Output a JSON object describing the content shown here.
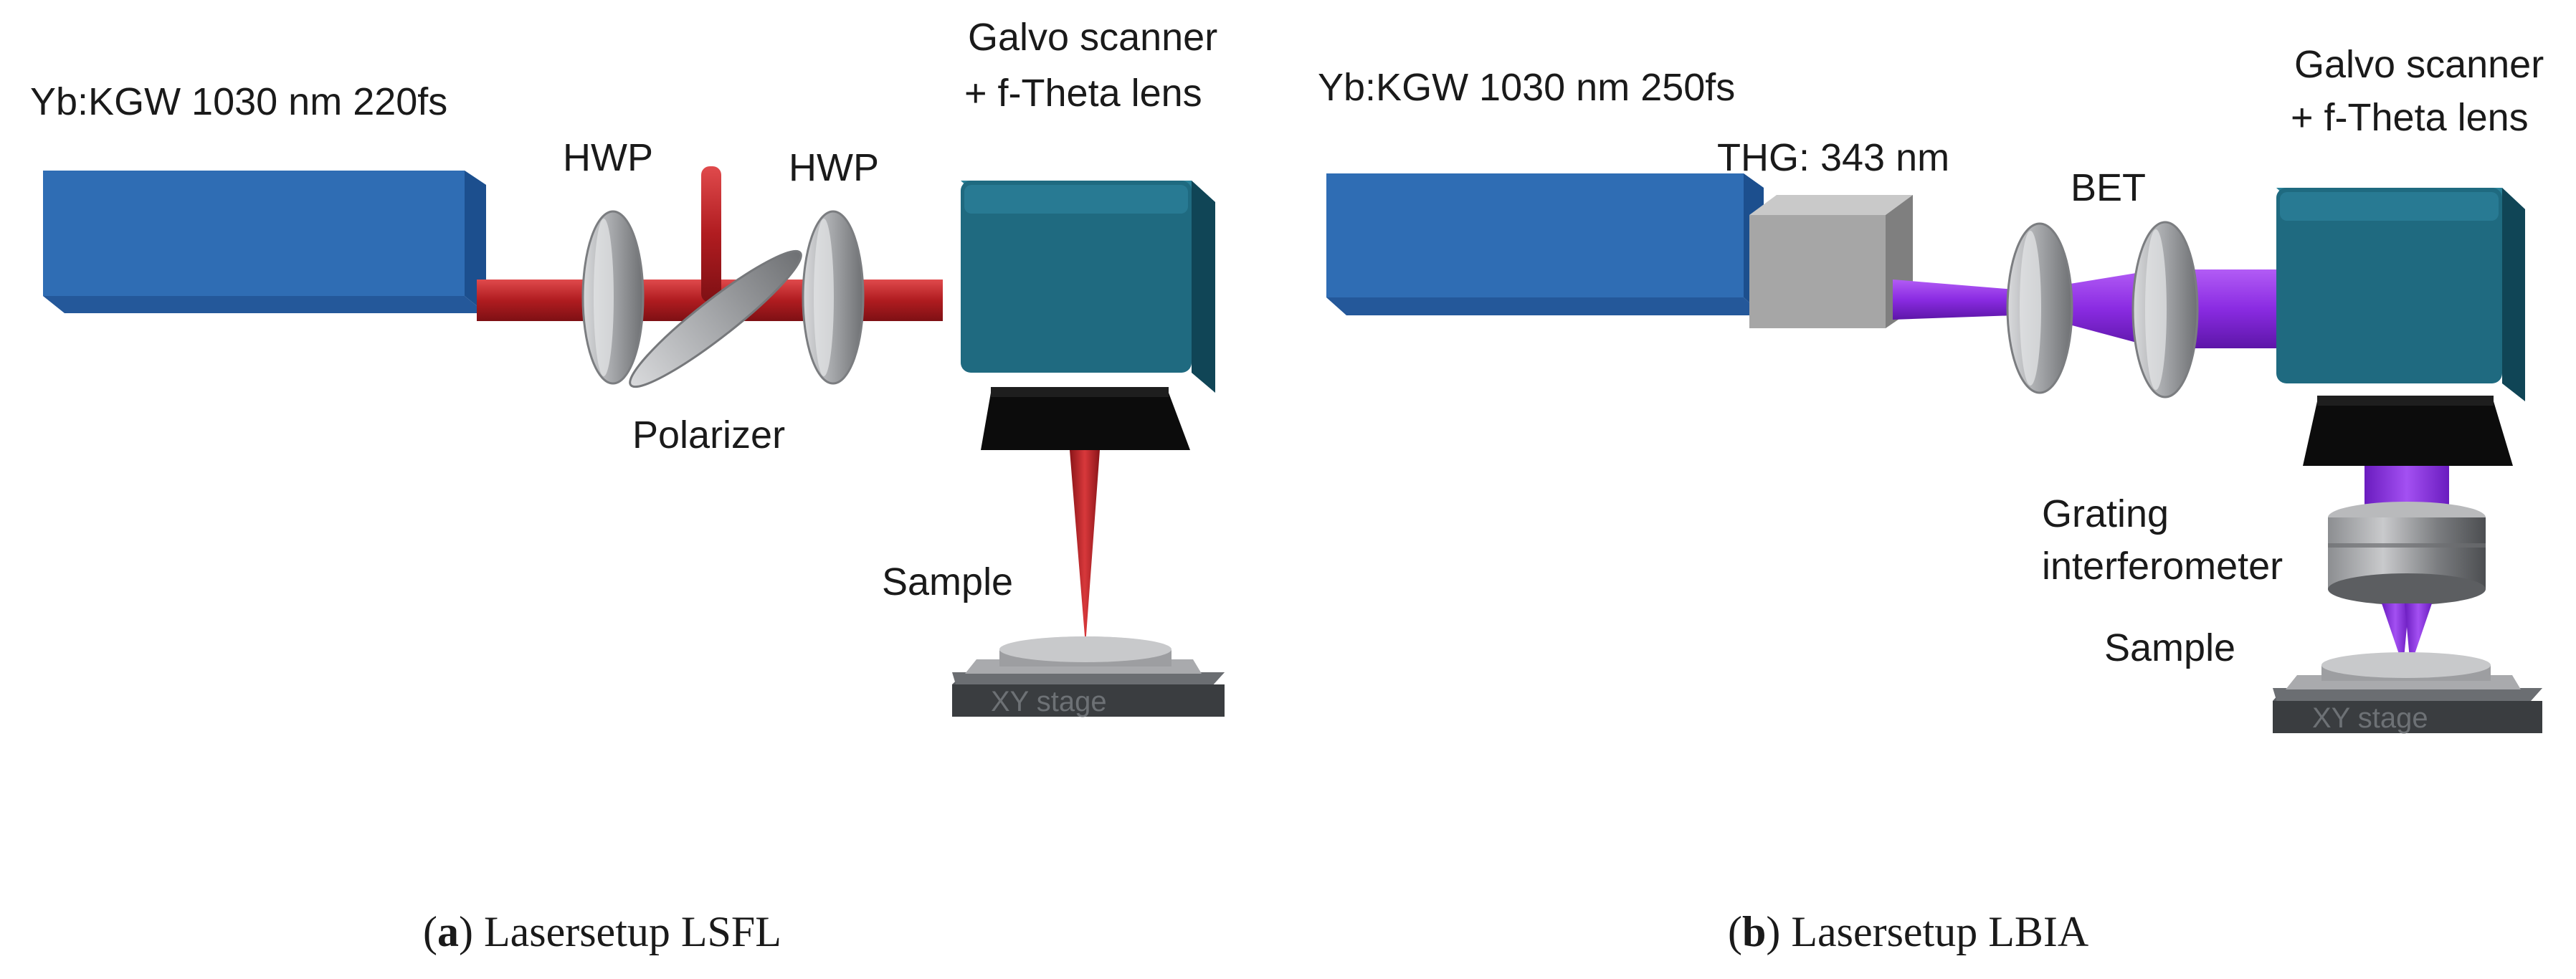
{
  "panel_a": {
    "laser_label": "Yb:KGW 1030 nm 220fs",
    "hwp1_label": "HWP",
    "hwp2_label": "HWP",
    "polarizer_label": "Polarizer",
    "scanner_label_line1": "Galvo scanner",
    "scanner_label_line2": "+ f-Theta lens",
    "sample_label": "Sample",
    "stage_label": "XY stage",
    "caption_letter": "a",
    "caption_text": "Lasersetup LSFL",
    "beam_color": "#c0282a"
  },
  "panel_b": {
    "laser_label": "Yb:KGW 1030 nm 250fs",
    "thg_label": "THG: 343 nm",
    "bet_label": "BET",
    "scanner_label_line1": "Galvo scanner",
    "scanner_label_line2": "+ f-Theta lens",
    "grating_label_line1": "Grating",
    "grating_label_line2": "interferometer",
    "sample_label": "Sample",
    "stage_label": "XY stage",
    "caption_letter": "b",
    "caption_text": "Lasersetup LBIA",
    "beam_color": "#8a2be2"
  },
  "colors": {
    "laser_body": "#2f6db4",
    "scanner_body": "#1f6a80",
    "lens_body": "#0c0c0c",
    "optic_gray": "#a9abae",
    "thg_gray": "#a6a6a6",
    "stage_dark": "#3a3d40"
  }
}
